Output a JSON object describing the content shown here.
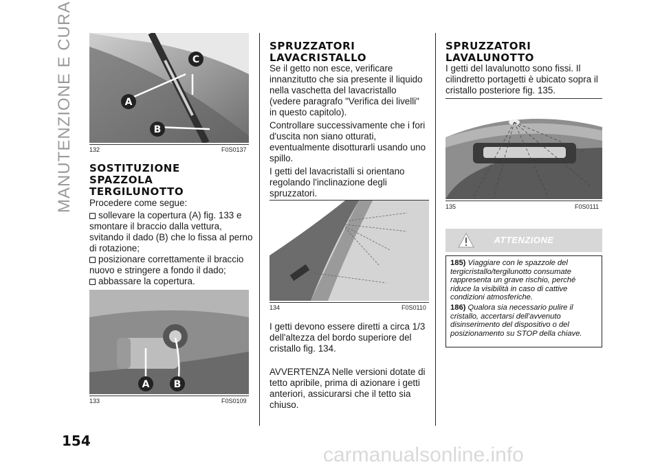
{
  "side_title": "MANUTENZIONE E CURA",
  "page_number": "154",
  "watermark": "carmanualsonline.info",
  "col1": {
    "fig132": {
      "number": "132",
      "code": "F0S0137",
      "callouts": [
        "A",
        "B",
        "C"
      ]
    },
    "heading_lines": [
      "SOSTITUZIONE",
      "SPAZZOLA",
      "TERGILUNOTTO"
    ],
    "intro": "Procedere come segue:",
    "bullets": [
      "sollevare la copertura (A) fig. 133 e smontare il braccio dalla vettura, svitando il dado (B) che lo fissa al perno di rotazione;",
      "posizionare correttamente il braccio nuovo e stringere a fondo il dado;",
      "abbassare la copertura."
    ],
    "fig133": {
      "number": "133",
      "code": "F0S0109",
      "callouts": [
        "A",
        "B"
      ]
    }
  },
  "col2": {
    "heading_lines": [
      "SPRUZZATORI",
      "LAVACRISTALLO"
    ],
    "paragraphs": [
      "Se il getto non esce, verificare innanzitutto che sia presente il liquido nella vaschetta del lavacristallo (vedere paragrafo \"Verifica dei livelli\" in questo capitolo).",
      "Controllare successivamente che i fori d'uscita non siano otturati, eventualmente disotturarli usando uno spillo.",
      "I getti del lavacristalli si orientano regolando l'inclinazione degli spruzzatori."
    ],
    "fig134": {
      "number": "134",
      "code": "F0S0110"
    },
    "after_fig": "I getti devono essere diretti a circa 1/3 dell'altezza del bordo superiore del cristallo fig. 134.",
    "note": "AVVERTENZA Nelle versioni dotate di tetto apribile, prima di azionare i getti anteriori, assicurarsi che il tetto sia chiuso."
  },
  "col3": {
    "heading_lines": [
      "SPRUZZATORI",
      "LAVALUNOTTO"
    ],
    "paragraph": "I getti del lavalunotto sono fissi. Il cilindretto portagetti è ubicato sopra il cristallo posteriore fig. 135.",
    "fig135": {
      "number": "135",
      "code": "F0S0111"
    },
    "warning": {
      "title": "ATTENZIONE",
      "items": [
        {
          "num": "185)",
          "text": "Viaggiare con le spazzole del tergicristallo/tergilunotto consumate rappresenta un grave rischio, perché riduce la visibilità in caso di cattive condizioni atmosferiche."
        },
        {
          "num": "186)",
          "text": "Qualora sia necessario pulire il cristallo, accertarsi dell'avvenuto disinserimento del dispositivo o del posizionamento su STOP della chiave."
        }
      ]
    }
  },
  "colors": {
    "rule": "#222222",
    "banner": "#d7d7d7",
    "side_title": "#9a9a9a",
    "figure_gray": "#8a8a8a"
  }
}
